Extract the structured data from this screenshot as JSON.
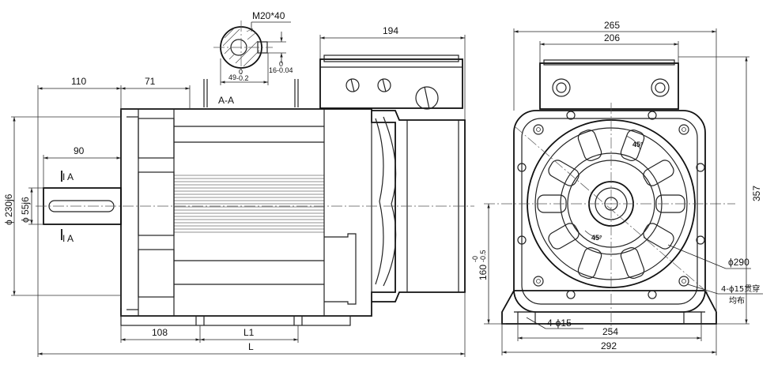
{
  "section": {
    "thread": "M20*40",
    "keyway_width": "49",
    "keyway_width_tol_top": "0",
    "keyway_width_tol_bottom": "-0.2",
    "key_depth": "16",
    "key_depth_tol_top": "0",
    "key_depth_tol_bottom": "-0.04",
    "view_label": "A-A"
  },
  "side_view": {
    "dim_110": "110",
    "dim_71": "71",
    "dim_194": "194",
    "dim_90": "90",
    "section_mark_top": "I A",
    "section_mark_bottom": "I A",
    "dia_flange": "ϕ 230j6",
    "dia_shaft": "ϕ 55j6",
    "dim_108": "108",
    "dim_L1": "L1",
    "dim_L": "L"
  },
  "front_view": {
    "dim_265": "265",
    "dim_206": "206",
    "dim_357": "357",
    "center_height": "160",
    "center_height_tol_top": "-0",
    "center_height_tol_bottom": "-0.5",
    "pcd": "ϕ290",
    "flange_holes_line1": "4-ϕ15贯穿",
    "flange_holes_line2": "均布",
    "foot_holes": "4-ϕ15",
    "dim_254": "254",
    "dim_292": "292",
    "angle_top": "45°",
    "angle_bottom": "45°"
  }
}
